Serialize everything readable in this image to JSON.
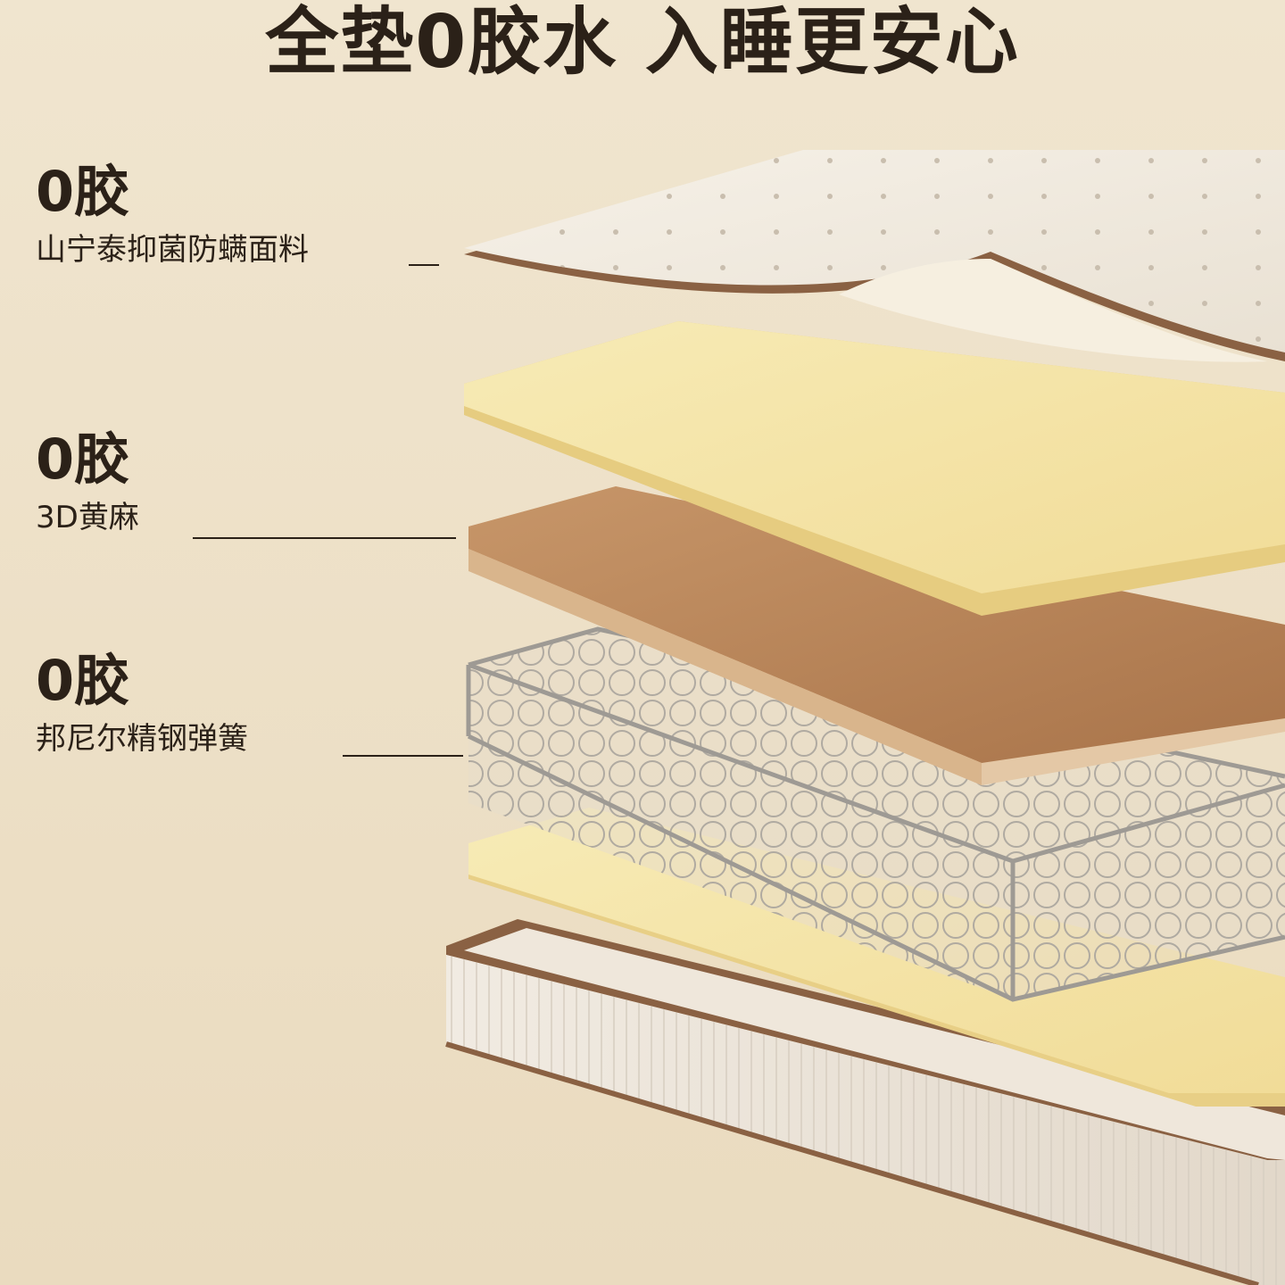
{
  "headline": "全垫0胶水 入睡更安心",
  "callouts": [
    {
      "badge": "0胶",
      "label": "山宁泰抑菌防螨面料"
    },
    {
      "badge": "0胶",
      "label": "3D黄麻"
    },
    {
      "badge": "0胶",
      "label": "邦尼尔精钢弹簧"
    }
  ],
  "colors": {
    "background": "#efe3cd",
    "text": "#2b2118",
    "fabric": "#f3ede2",
    "latex": "#f5e6a8",
    "jute": "#b98759",
    "spring": "#b9b6b1",
    "edge": "#8a6143"
  }
}
